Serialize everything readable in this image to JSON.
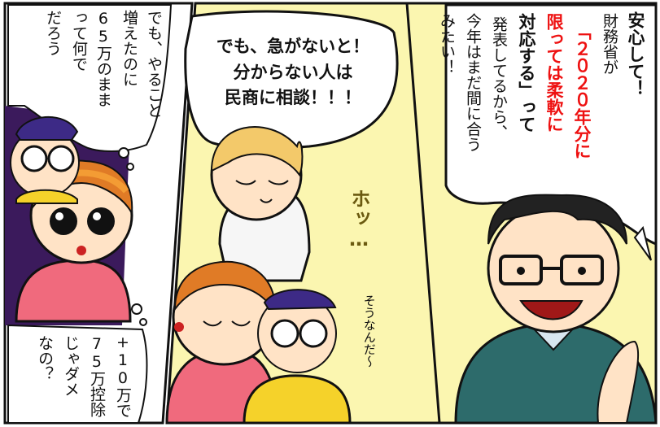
{
  "right_bubble": {
    "col1": "安心して！",
    "col2": "財務省が",
    "col3": "「２０２０年分に",
    "col4": "限っては柔軟に",
    "col5": "対応する」って",
    "col6": "発表してるから、",
    "col7": "今年はまだ間に合う",
    "col8": "みたい！"
  },
  "center_bubble": {
    "line1": "でも、急がないと！",
    "line2": "分からない人は",
    "line3": "民商に相談！！！"
  },
  "left_top_thought": {
    "col1": "でも、やること",
    "col2": "増えたのに",
    "col3": "65万のまま",
    "col4": "って何で",
    "col5": "だろう"
  },
  "left_bottom_thought": {
    "col1": "+10万で",
    "col2": "75万控除",
    "col3": "じゃダメ",
    "col4": "なの？"
  },
  "sfx": {
    "relief": "ホッ…",
    "agree": "そうなんだ〜"
  },
  "colors": {
    "accent_red": "#e11111",
    "panel_purple": "#3b1a5c",
    "panel_yellow": "#fbf6b0"
  }
}
